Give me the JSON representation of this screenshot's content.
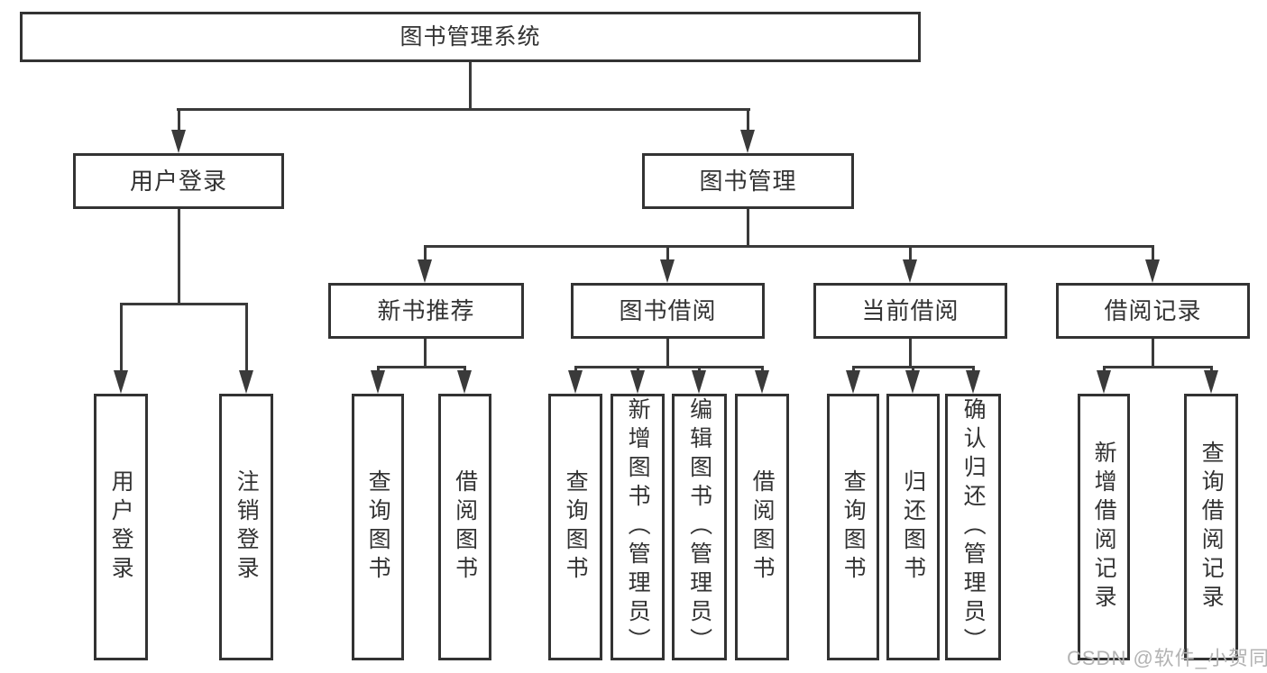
{
  "diagram": {
    "root": "图书管理系统",
    "level2": {
      "user_login": "用户登录",
      "book_mgmt": "图书管理"
    },
    "level3": {
      "new_book": "新书推荐",
      "book_borrow": "图书借阅",
      "current_borrow": "当前借阅",
      "borrow_record": "借阅记录"
    },
    "leaves": {
      "user_login": [
        "用户登录",
        "注销登录"
      ],
      "new_book": [
        "查询图书",
        "借阅图书"
      ],
      "book_borrow": [
        "查询图书",
        "新增图书（管理员）",
        "编辑图书（管理员）",
        "借阅图书"
      ],
      "current_borrow": [
        "查询图书",
        "归还图书",
        "确认归还（管理员）"
      ],
      "borrow_record": [
        "新增借阅记录",
        "查询借阅记录"
      ]
    }
  },
  "watermark": "CSDN @软件_小贺同学",
  "colors": {
    "line": "#3a3a3a",
    "border": "#333333",
    "text": "#333333",
    "box_bg": "#ffffff",
    "watermark": "#b3b3b3",
    "background": "#ffffff"
  }
}
